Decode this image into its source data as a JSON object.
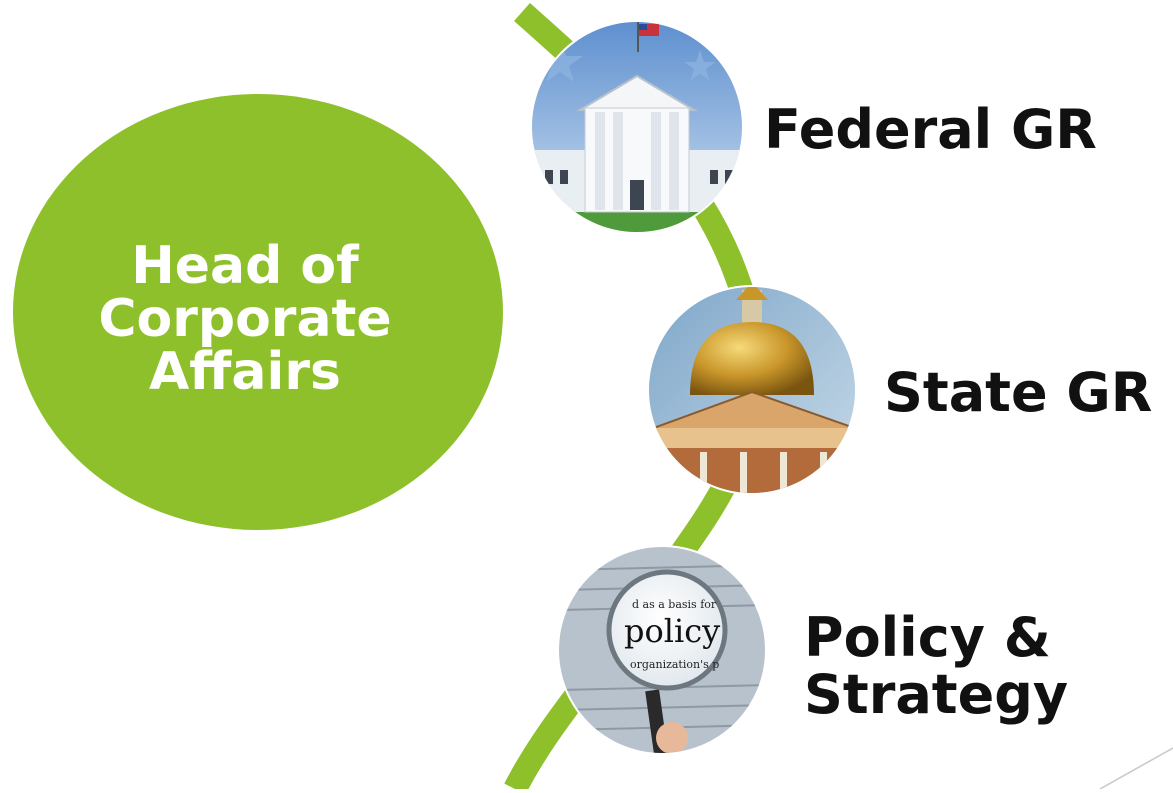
{
  "slide": {
    "head": {
      "lines": [
        "Head of",
        "Corporate",
        "Affairs"
      ],
      "color": "#8ec02b"
    },
    "nodes": [
      {
        "label_lines": [
          "Federal GR"
        ],
        "icon": "white-house-icon"
      },
      {
        "label_lines": [
          "State GR"
        ],
        "icon": "state-house-dome-icon"
      },
      {
        "label_lines": [
          "Policy &",
          "Strategy"
        ],
        "icon": "magnifier-policy-icon"
      }
    ],
    "connector_color": "#8ec02b",
    "magnifier_words": [
      "d as a basis for",
      "policy",
      "organization's p"
    ]
  }
}
